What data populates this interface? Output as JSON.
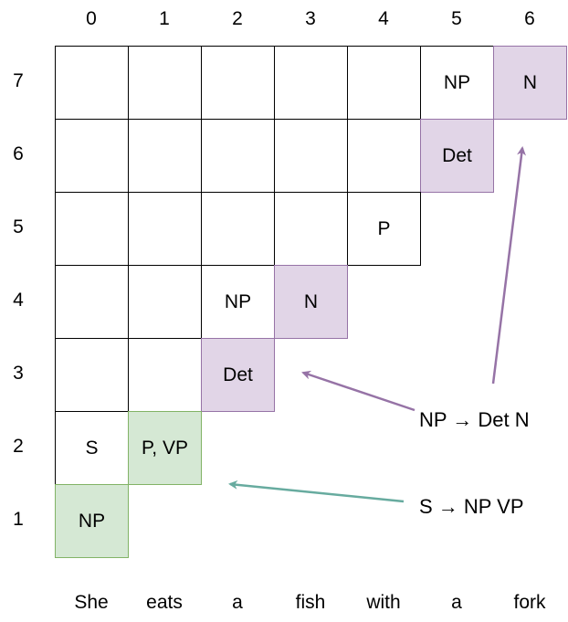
{
  "column_labels": [
    "0",
    "1",
    "2",
    "3",
    "4",
    "5",
    "6"
  ],
  "row_labels": [
    "7",
    "6",
    "5",
    "4",
    "3",
    "2",
    "1"
  ],
  "words": [
    "She",
    "eats",
    "a",
    "fish",
    "with",
    "a",
    "fork"
  ],
  "cells": [
    {
      "row": "7",
      "col": 0,
      "text": "",
      "style": "plain"
    },
    {
      "row": "7",
      "col": 1,
      "text": "",
      "style": "plain"
    },
    {
      "row": "7",
      "col": 2,
      "text": "",
      "style": "plain"
    },
    {
      "row": "7",
      "col": 3,
      "text": "",
      "style": "plain"
    },
    {
      "row": "7",
      "col": 4,
      "text": "",
      "style": "plain"
    },
    {
      "row": "7",
      "col": 5,
      "text": "NP",
      "style": "plain"
    },
    {
      "row": "7",
      "col": 6,
      "text": "N",
      "style": "purple"
    },
    {
      "row": "6",
      "col": 0,
      "text": "",
      "style": "plain"
    },
    {
      "row": "6",
      "col": 1,
      "text": "",
      "style": "plain"
    },
    {
      "row": "6",
      "col": 2,
      "text": "",
      "style": "plain"
    },
    {
      "row": "6",
      "col": 3,
      "text": "",
      "style": "plain"
    },
    {
      "row": "6",
      "col": 4,
      "text": "",
      "style": "plain"
    },
    {
      "row": "6",
      "col": 5,
      "text": "Det",
      "style": "purple"
    },
    {
      "row": "5",
      "col": 0,
      "text": "",
      "style": "plain"
    },
    {
      "row": "5",
      "col": 1,
      "text": "",
      "style": "plain"
    },
    {
      "row": "5",
      "col": 2,
      "text": "",
      "style": "plain"
    },
    {
      "row": "5",
      "col": 3,
      "text": "",
      "style": "plain"
    },
    {
      "row": "5",
      "col": 4,
      "text": "P",
      "style": "plain"
    },
    {
      "row": "4",
      "col": 0,
      "text": "",
      "style": "plain"
    },
    {
      "row": "4",
      "col": 1,
      "text": "",
      "style": "plain"
    },
    {
      "row": "4",
      "col": 2,
      "text": "NP",
      "style": "plain"
    },
    {
      "row": "4",
      "col": 3,
      "text": "N",
      "style": "purple"
    },
    {
      "row": "3",
      "col": 0,
      "text": "",
      "style": "plain"
    },
    {
      "row": "3",
      "col": 1,
      "text": "",
      "style": "plain"
    },
    {
      "row": "3",
      "col": 2,
      "text": "Det",
      "style": "purple"
    },
    {
      "row": "2",
      "col": 0,
      "text": "S",
      "style": "plain"
    },
    {
      "row": "2",
      "col": 1,
      "text": "P, VP",
      "style": "green"
    },
    {
      "row": "1",
      "col": 0,
      "text": "NP",
      "style": "green"
    }
  ],
  "rules": [
    {
      "text": "NP → Det N",
      "color": "#9673a6"
    },
    {
      "text": "S → NP VP",
      "color": "#67ab9f"
    }
  ]
}
